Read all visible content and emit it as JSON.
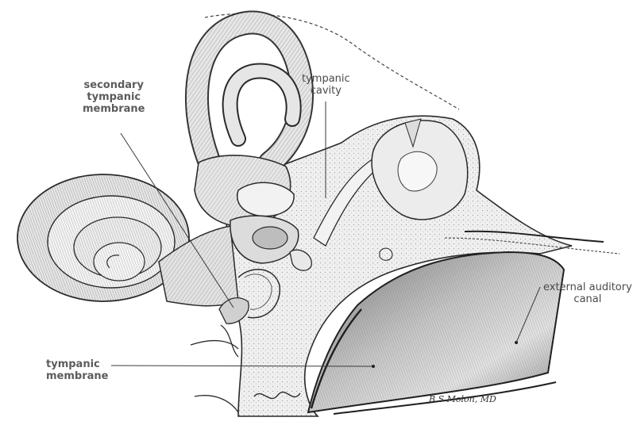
{
  "labels": {
    "secondary_tympanic_membrane": [
      "secondary",
      "tympanic",
      "membrane"
    ],
    "tympanic_cavity": [
      "tympanic",
      "cavity"
    ],
    "external_auditory_canal": [
      "external auditory",
      "canal"
    ],
    "tympanic_membrane": [
      "tympanic",
      "membrane"
    ]
  },
  "signature": "B S Molon, MD",
  "colors": {
    "ink": "#2a2a2a",
    "bold_label": "#5c5c5c",
    "thin_label": "#4a4a4a",
    "bone_fill": "#e6e6e6",
    "stipple_fill": "#ededed",
    "canal_fill": "#c9c9c9",
    "canal_dark": "#8f8f8f"
  }
}
